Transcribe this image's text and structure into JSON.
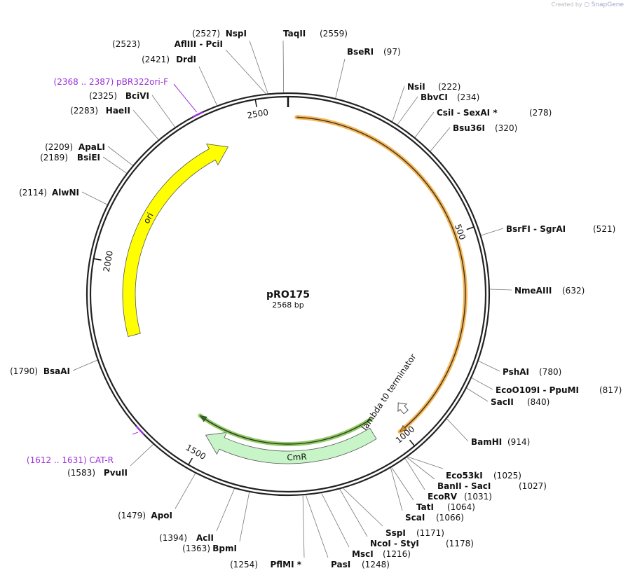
{
  "app": {
    "credit_text": "Created by",
    "brand": "SnapGene"
  },
  "plasmid": {
    "name": "pRO175",
    "size_label": "2568 bp",
    "length": 2568
  },
  "ticks": [
    {
      "pos": 500,
      "label": "500"
    },
    {
      "pos": 1000,
      "label": "1000"
    },
    {
      "pos": 1500,
      "label": "1500"
    },
    {
      "pos": 2000,
      "label": "2000"
    },
    {
      "pos": 2500,
      "label": "2500"
    }
  ],
  "features": [
    {
      "id": "orange-arc",
      "name": "",
      "start": 20,
      "end": 1005,
      "color": "#f7b550",
      "type": "arc"
    },
    {
      "id": "ori",
      "name": "ori",
      "start": 1820,
      "end": 2410,
      "color": "#ffff00",
      "type": "arrow"
    },
    {
      "id": "cmr",
      "name": "CmR",
      "start": 1060,
      "end": 1500,
      "color": "#c8f5c8",
      "type": "arrow"
    },
    {
      "id": "green-arc",
      "name": "",
      "start": 1045,
      "end": 1540,
      "color": "#8ecb5d",
      "type": "arc"
    },
    {
      "id": "terminator",
      "name": "lambda t0 terminator",
      "pos": 1000,
      "type": "terminator"
    }
  ],
  "primers": [
    {
      "label": "(2368 .. 2387)  pBR322ori-F",
      "pos": 2378
    },
    {
      "label": "(1612 .. 1631)  CAT-R",
      "pos": 1622
    }
  ],
  "enzymes": [
    {
      "pos_label": "(2527)",
      "name": "NspI",
      "pos": 2527
    },
    {
      "pos_label": "(2523)",
      "name": "AflIII  - PciI",
      "pos": 2523
    },
    {
      "pos_label": "(2421)",
      "name": "DrdI",
      "pos": 2421
    },
    {
      "pos_label": "(2325)",
      "name": "BciVI",
      "pos": 2325
    },
    {
      "pos_label": "(2283)",
      "name": "HaeII",
      "pos": 2283
    },
    {
      "pos_label": "(2209)",
      "name": "ApaLI",
      "pos": 2209
    },
    {
      "pos_label": "(2189)",
      "name": "BsiEI",
      "pos": 2189
    },
    {
      "pos_label": "(2114)",
      "name": "AlwNI",
      "pos": 2114
    },
    {
      "pos_label": "(1790)",
      "name": "BsaAI",
      "pos": 1790
    },
    {
      "pos_label": "(1583)",
      "name": "PvuII",
      "pos": 1583
    },
    {
      "pos_label": "(1479)",
      "name": "ApoI",
      "pos": 1479
    },
    {
      "pos_label": "(1394)",
      "name": "AclI",
      "pos": 1394
    },
    {
      "pos_label": "(1363)",
      "name": "BpmI",
      "pos": 1363
    },
    {
      "pos_label": "(1254)",
      "name": "PflMI *",
      "pos": 1254
    },
    {
      "pos_label": "(1248)",
      "name": "PasI",
      "pos": 1248
    },
    {
      "pos_label": "(1216)",
      "name": "MscI",
      "pos": 1216
    },
    {
      "pos_label": "(1178)",
      "name": "NcoI  - StyI",
      "pos": 1178
    },
    {
      "pos_label": "(1171)",
      "name": "SspI",
      "pos": 1171
    },
    {
      "pos_label": "(1066)",
      "name": "ScaI",
      "pos": 1066
    },
    {
      "pos_label": "(1064)",
      "name": "TatI",
      "pos": 1064
    },
    {
      "pos_label": "(1031)",
      "name": "EcoRV",
      "pos": 1031
    },
    {
      "pos_label": "(1027)",
      "name": "BanII  - SacI",
      "pos": 1027
    },
    {
      "pos_label": "(1025)",
      "name": "Eco53kI",
      "pos": 1025
    },
    {
      "pos_label": "(914)",
      "name": "BamHI",
      "pos": 914
    },
    {
      "pos_label": "(840)",
      "name": "SacII",
      "pos": 840
    },
    {
      "pos_label": "(817)",
      "name": "EcoO109I  - PpuMI",
      "pos": 817
    },
    {
      "pos_label": "(780)",
      "name": "PshAI",
      "pos": 780
    },
    {
      "pos_label": "(632)",
      "name": "NmeAIII",
      "pos": 632
    },
    {
      "pos_label": "(521)",
      "name": "BsrFI  - SgrAI",
      "pos": 521
    },
    {
      "pos_label": "(320)",
      "name": "Bsu36I",
      "pos": 320
    },
    {
      "pos_label": "(278)",
      "name": "CsiI  - SexAI *",
      "pos": 278
    },
    {
      "pos_label": "(234)",
      "name": "BbvCI",
      "pos": 234
    },
    {
      "pos_label": "(222)",
      "name": "NsiI",
      "pos": 222
    },
    {
      "pos_label": "(97)",
      "name": "BseRI",
      "pos": 97
    },
    {
      "pos_label": "(2559)",
      "name": "TaqII",
      "pos": 2559
    }
  ]
}
